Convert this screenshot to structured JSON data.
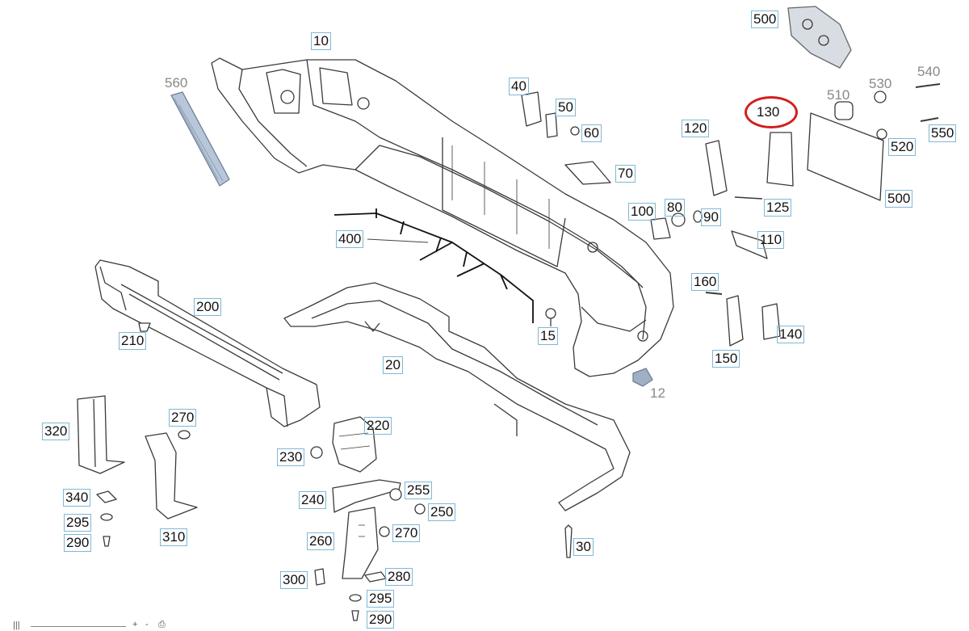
{
  "diagram": {
    "highlighted_part": "130",
    "labels": {
      "l10": "10",
      "l12": "12",
      "l15": "15",
      "l20": "20",
      "l30": "30",
      "l40": "40",
      "l50": "50",
      "l60": "60",
      "l70": "70",
      "l80": "80",
      "l90": "90",
      "l100": "100",
      "l110": "110",
      "l120": "120",
      "l125": "125",
      "l130": "130",
      "l140": "140",
      "l150": "150",
      "l160": "160",
      "l200": "200",
      "l210": "210",
      "l220": "220",
      "l230": "230",
      "l240": "240",
      "l250": "250",
      "l255": "255",
      "l260": "260",
      "l270a": "270",
      "l270b": "270",
      "l280": "280",
      "l290a": "290",
      "l290b": "290",
      "l295a": "295",
      "l295b": "295",
      "l300": "300",
      "l310": "310",
      "l320": "320",
      "l340": "340",
      "l400": "400",
      "l500a": "500",
      "l500b": "500",
      "l510": "510",
      "l520": "520",
      "l530": "530",
      "l540": "540",
      "l550": "550",
      "l560": "560"
    }
  },
  "toolbar": {
    "left_icon": "|||",
    "zoom_out": "-",
    "zoom_in": "+",
    "print_icon": "⎙"
  }
}
